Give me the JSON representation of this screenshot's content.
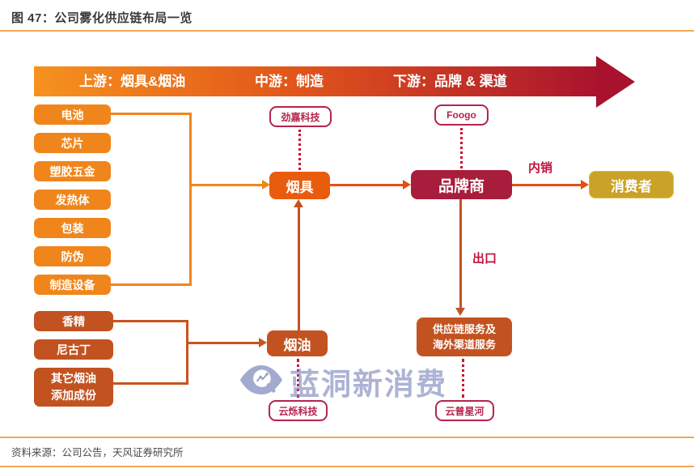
{
  "title": "图 47：公司雾化供应链布局一览",
  "banner": {
    "upstream": "上游：烟具&烟油",
    "midstream": "中游：制造",
    "downstream": "下游：品牌 & 渠道"
  },
  "upstream_components": [
    "电池",
    "芯片",
    "塑胶五金",
    "发热体",
    "包装",
    "防伪",
    "制造设备"
  ],
  "eliquid_components": [
    "香精",
    "尼古丁",
    "其它烟油添加成份"
  ],
  "nodes": {
    "jinjia": "劲嘉科技",
    "device": "烟具",
    "eliquid": "烟油",
    "yunshuo": "云烁科技",
    "foogo": "Foogo",
    "brand": "品牌商",
    "consumer": "消费者",
    "supply_service": "供应链服务及海外渠道服务",
    "yunpu": "云普星河"
  },
  "edges": {
    "domestic": "内销",
    "export": "出口"
  },
  "watermark": {
    "text": "蓝洞新消费"
  },
  "source": "资料来源：公司公告，天风证券研究所",
  "colors": {
    "orange": "#f0861b",
    "brick": "#c25321",
    "device_orange": "#e95c0e",
    "brand_crimson": "#a81c3c",
    "consumer_gold": "#c9a227",
    "outline_crimson": "#b5244a",
    "dotted_red": "#cb1230",
    "banner_start": "#f6921e",
    "banner_end": "#a8122d",
    "rule_orange": "#f3a855",
    "watermark_blue": "#7a85ba"
  }
}
